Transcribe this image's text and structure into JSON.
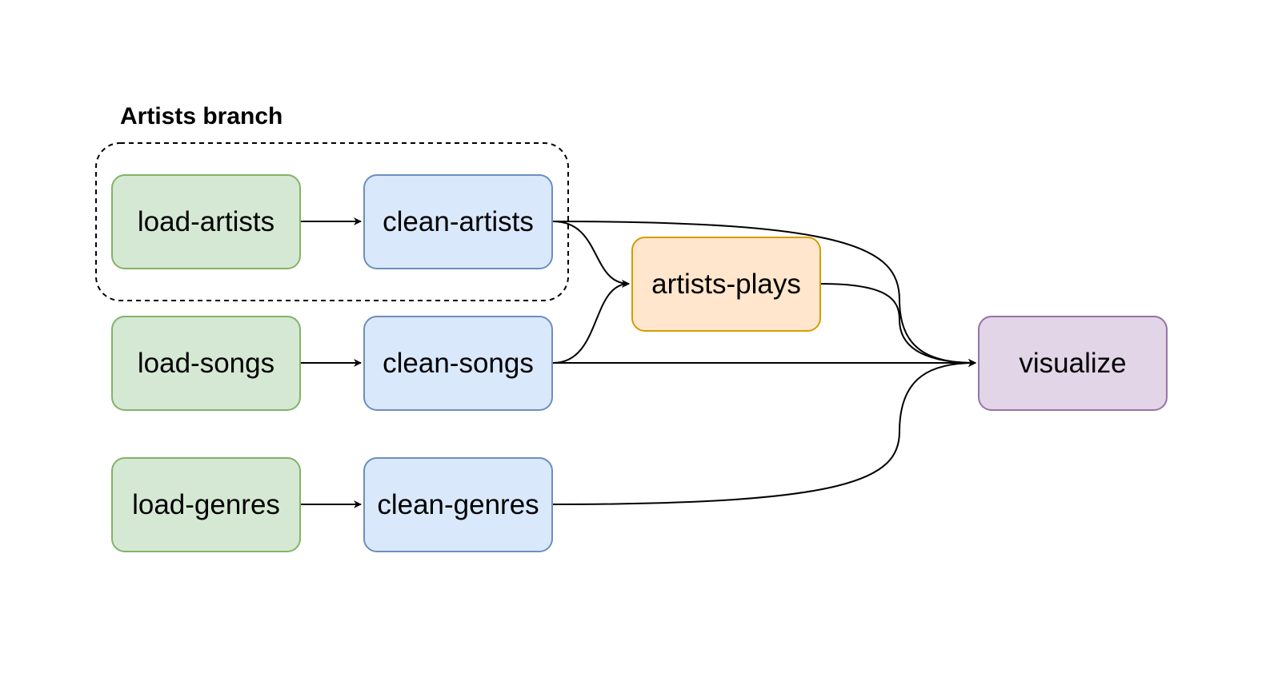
{
  "group": {
    "label": "Artists branch",
    "border_style": "dashed"
  },
  "nodes": {
    "load_artists": {
      "label": "load-artists",
      "color": "#d5e8d4"
    },
    "clean_artists": {
      "label": "clean-artists",
      "color": "#dae8fc"
    },
    "load_songs": {
      "label": "load-songs",
      "color": "#d5e8d4"
    },
    "clean_songs": {
      "label": "clean-songs",
      "color": "#dae8fc"
    },
    "load_genres": {
      "label": "load-genres",
      "color": "#d5e8d4"
    },
    "clean_genres": {
      "label": "clean-genres",
      "color": "#dae8fc"
    },
    "artists_plays": {
      "label": "artists-plays",
      "color": "#ffe6cc"
    },
    "visualize": {
      "label": "visualize",
      "color": "#e1d5e7"
    }
  },
  "edges": [
    {
      "from": "load-artists",
      "to": "clean-artists"
    },
    {
      "from": "load-songs",
      "to": "clean-songs"
    },
    {
      "from": "load-genres",
      "to": "clean-genres"
    },
    {
      "from": "clean-artists",
      "to": "artists-plays"
    },
    {
      "from": "clean-songs",
      "to": "artists-plays"
    },
    {
      "from": "clean-artists",
      "to": "visualize"
    },
    {
      "from": "artists-plays",
      "to": "visualize"
    },
    {
      "from": "clean-songs",
      "to": "visualize"
    },
    {
      "from": "clean-genres",
      "to": "visualize"
    }
  ]
}
